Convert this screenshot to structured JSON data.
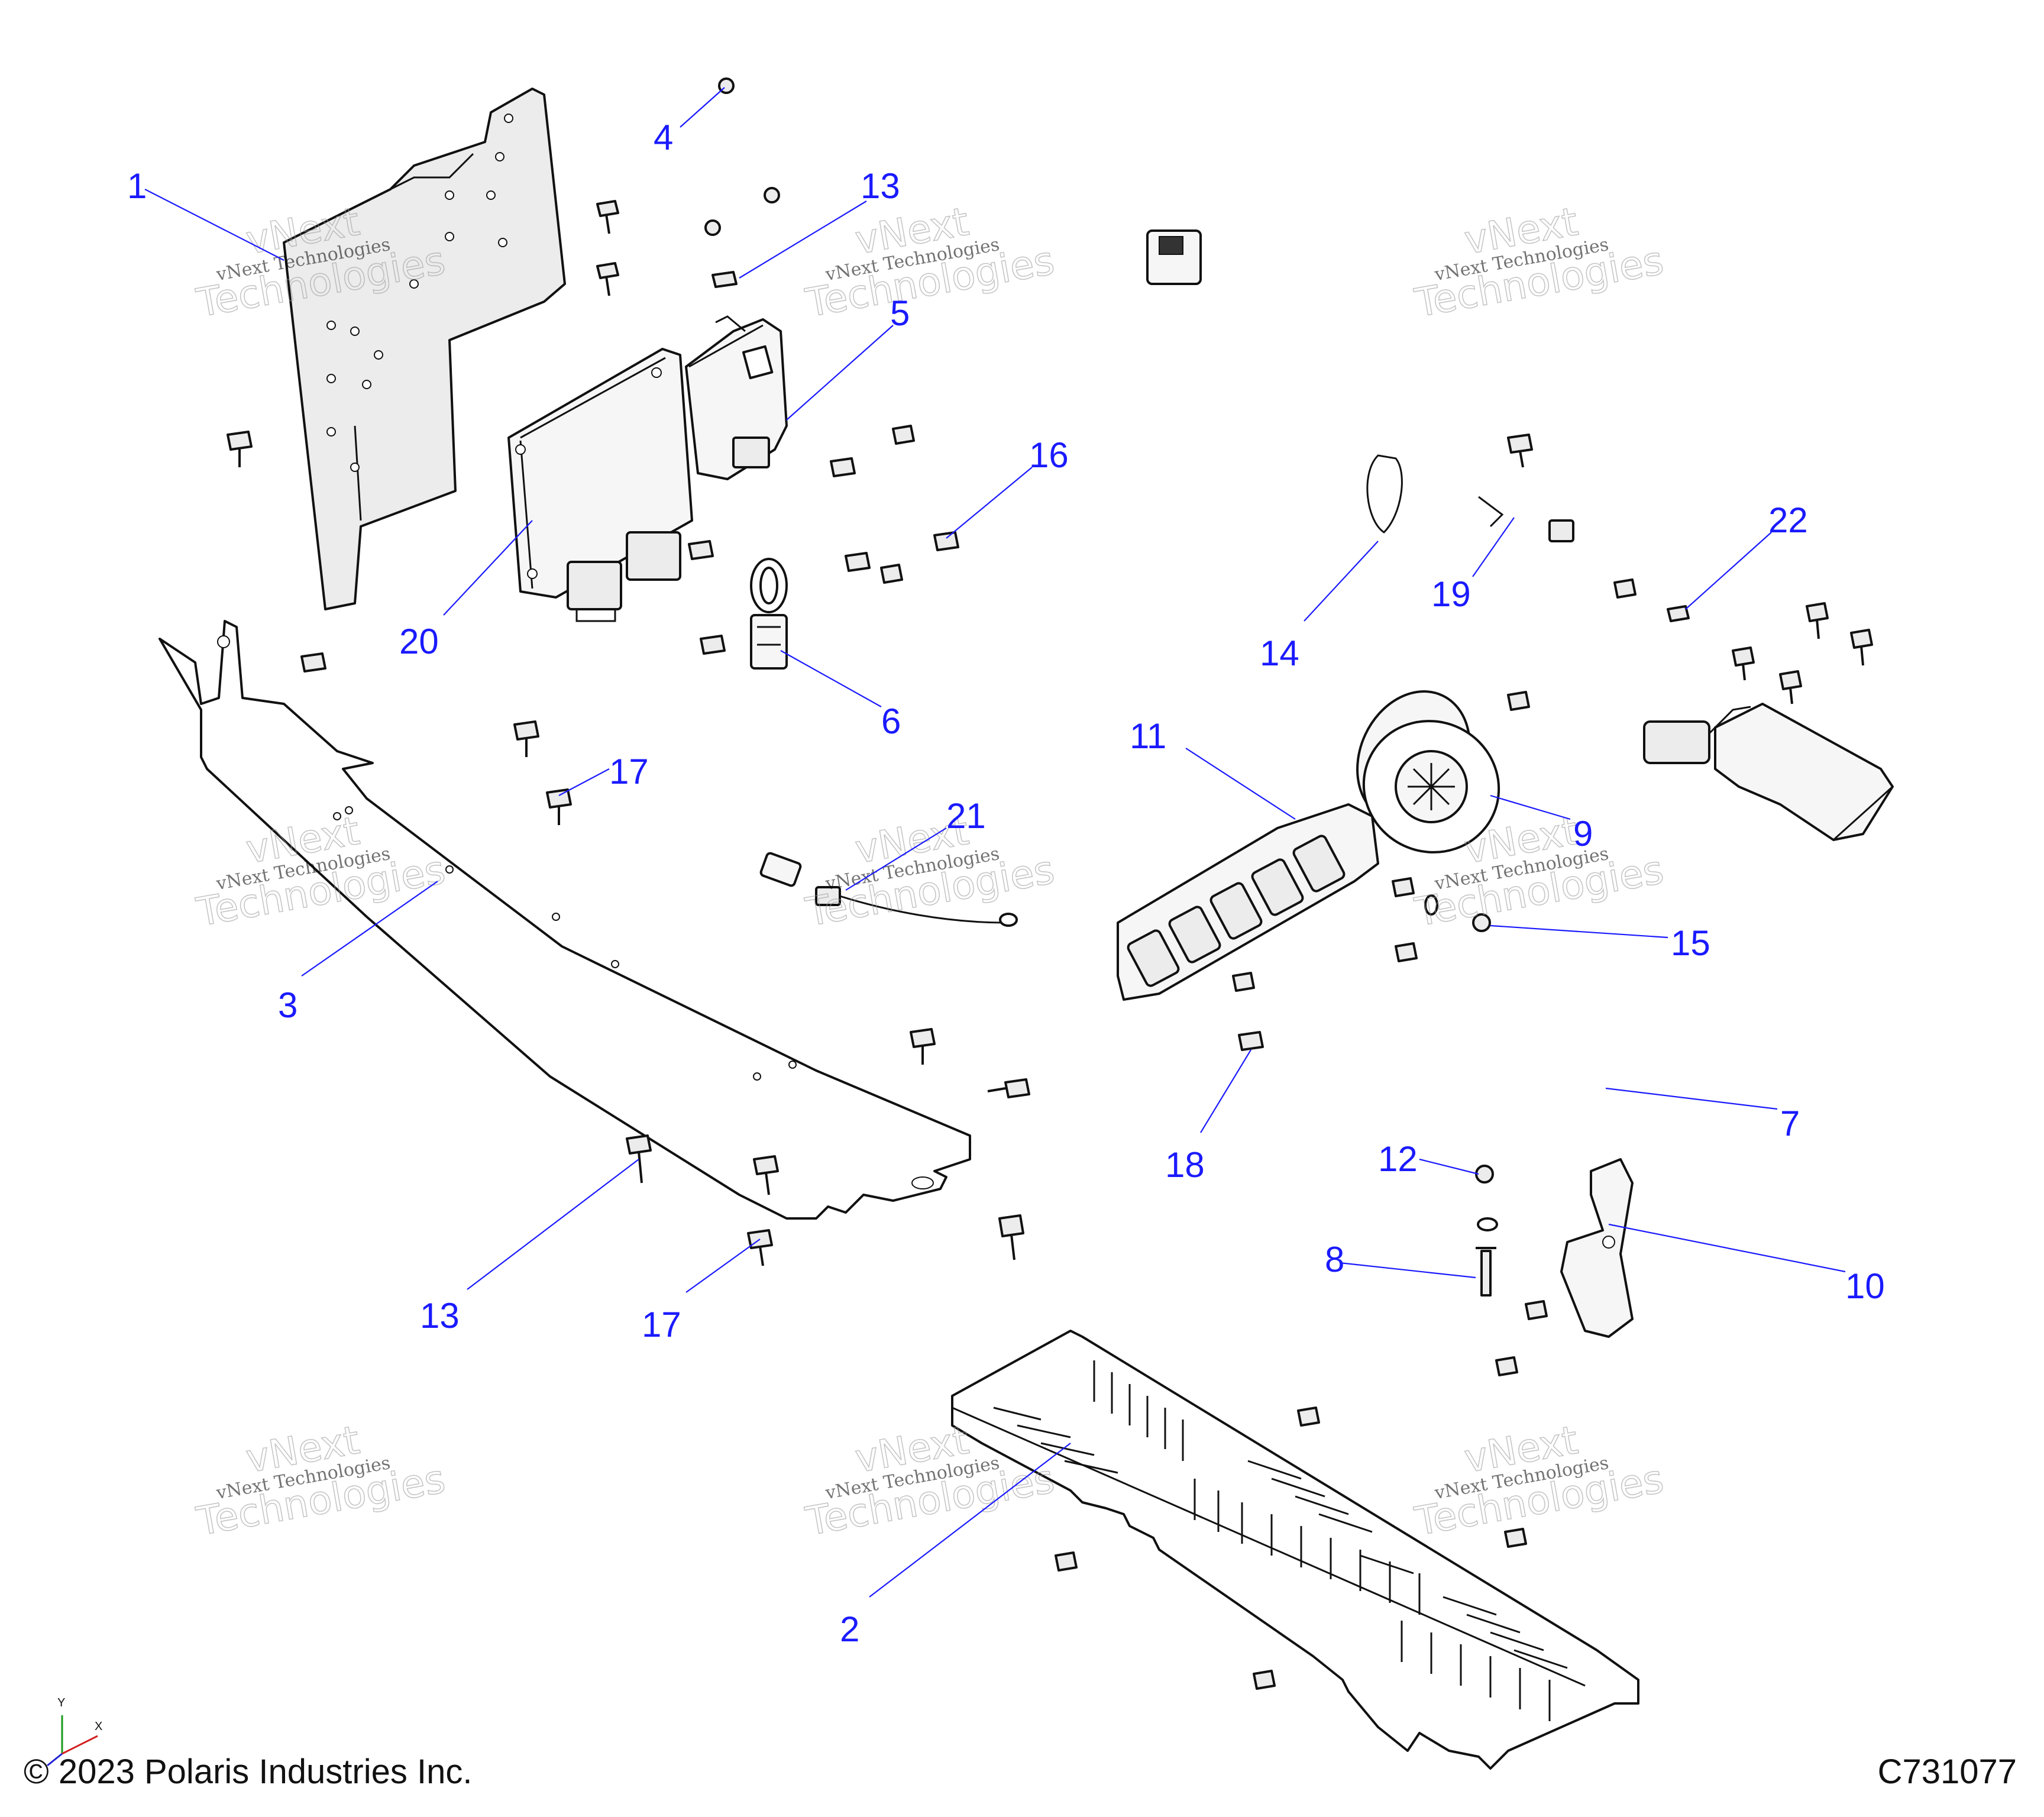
{
  "copyright": "© 2023 Polaris Industries Inc.",
  "drawing_id": "C731077",
  "axis": {
    "y": "Y",
    "x": "X"
  },
  "watermark": {
    "line1": "vNext Technologies",
    "line2": "vNext",
    "line3": "Technologies"
  },
  "callouts": [
    "1",
    "2",
    "3",
    "4",
    "5",
    "6",
    "7",
    "8",
    "9",
    "10",
    "11",
    "12",
    "13",
    "13",
    "14",
    "15",
    "16",
    "17",
    "17",
    "18",
    "19",
    "20",
    "21",
    "22"
  ],
  "colors": {
    "callout": "#1a1aff",
    "line": "#111111"
  }
}
